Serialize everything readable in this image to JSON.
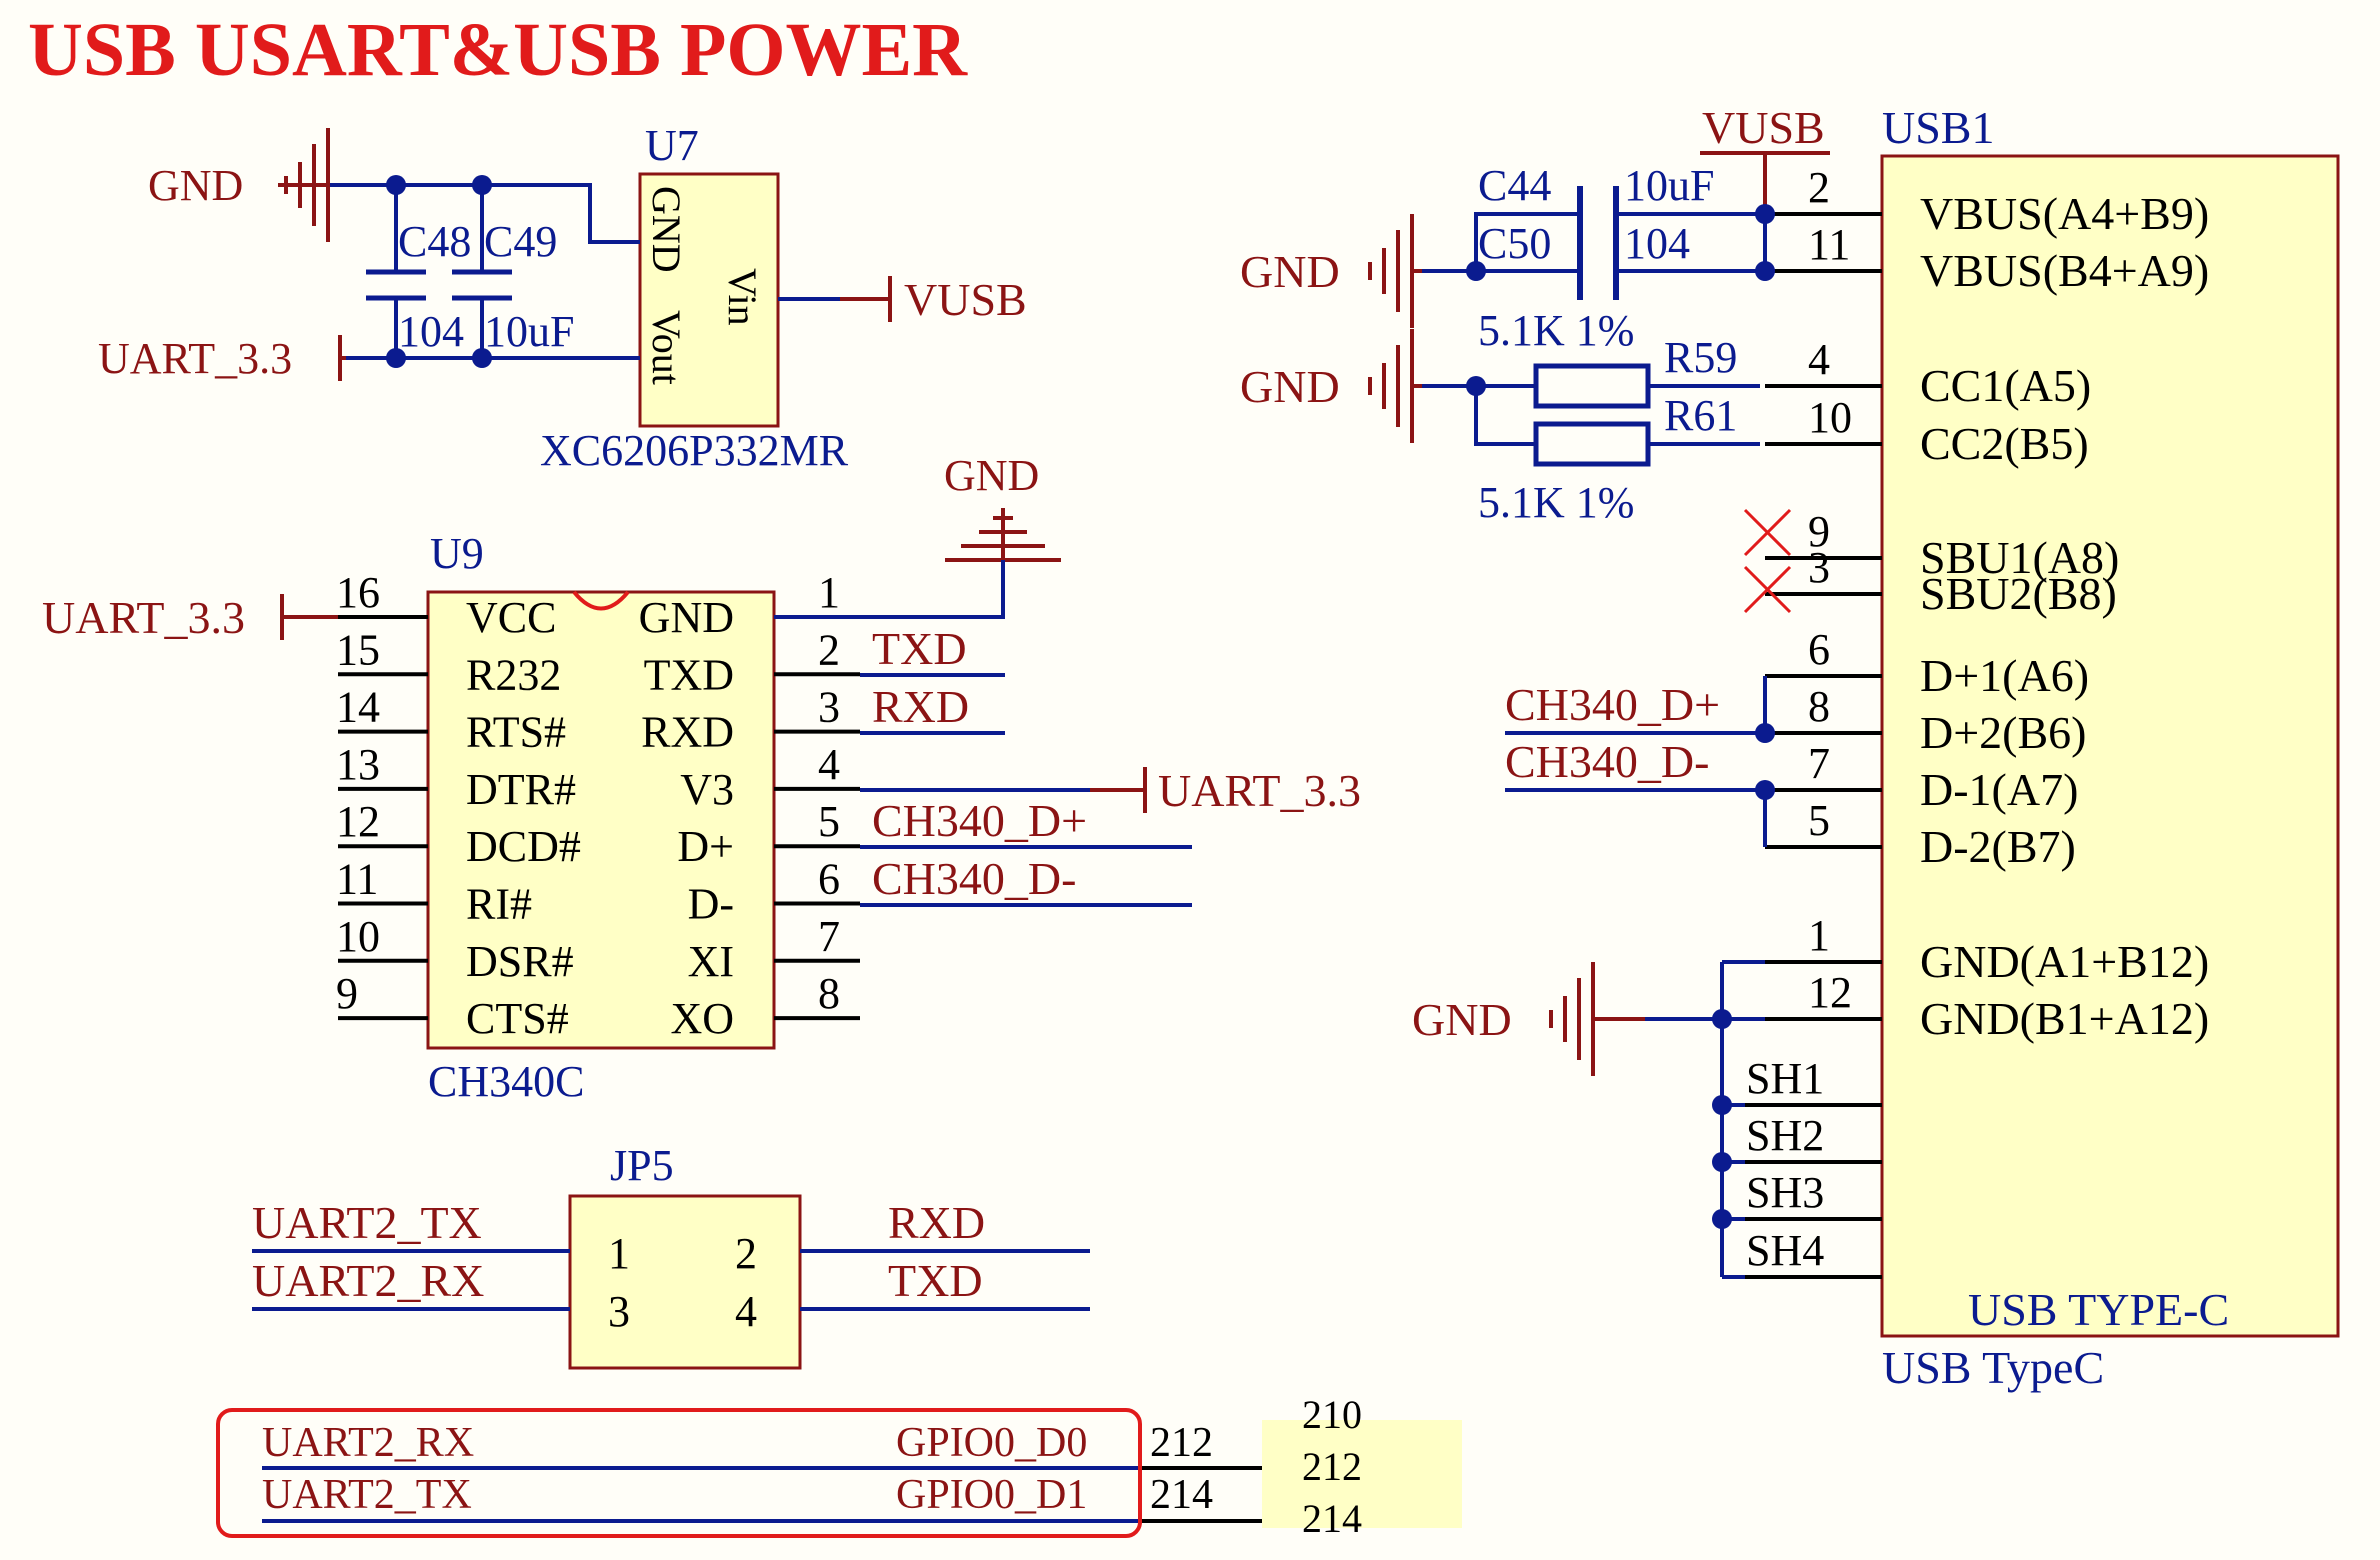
{
  "title": "USB USART&USB POWER",
  "colors": {
    "title": "#e11b1b",
    "wire": "#0b1b8f",
    "net": "#8b1414",
    "pin": "#000000",
    "part_fill": "#ffffc6",
    "part_border": "#8b1414",
    "highlight": "#e11b1b"
  },
  "u7": {
    "ref": "U7",
    "part": "XC6206P332MR",
    "pin_gnd": "GND",
    "pin_vout": "Vout",
    "pin_vin": "Vin",
    "net_gnd": "GND",
    "net_uart": "UART_3.3",
    "net_vusb": "VUSB",
    "c48_ref": "C48",
    "c48_val": "104",
    "c49_ref": "C49",
    "c49_val": "10uF"
  },
  "u9": {
    "ref": "U9",
    "part": "CH340C",
    "left_pins": [
      {
        "num": "16",
        "name": "VCC"
      },
      {
        "num": "15",
        "name": "R232"
      },
      {
        "num": "14",
        "name": "RTS#"
      },
      {
        "num": "13",
        "name": "DTR#"
      },
      {
        "num": "12",
        "name": "DCD#"
      },
      {
        "num": "11",
        "name": "RI#"
      },
      {
        "num": "10",
        "name": "DSR#"
      },
      {
        "num": "9",
        "name": "CTS#"
      }
    ],
    "right_pins": [
      {
        "num": "1",
        "name": "GND"
      },
      {
        "num": "2",
        "name": "TXD"
      },
      {
        "num": "3",
        "name": "RXD"
      },
      {
        "num": "4",
        "name": "V3"
      },
      {
        "num": "5",
        "name": "D+"
      },
      {
        "num": "6",
        "name": "D-"
      },
      {
        "num": "7",
        "name": "XI"
      },
      {
        "num": "8",
        "name": "XO"
      }
    ],
    "net_vcc": "UART_3.3",
    "net_gnd": "GND",
    "net_txd": "TXD",
    "net_rxd": "RXD",
    "net_v3": "UART_3.3",
    "net_dp": "CH340_D+",
    "net_dm": "CH340_D-"
  },
  "jp5": {
    "ref": "JP5",
    "pins": [
      "1",
      "2",
      "3",
      "4"
    ],
    "net_left1": "UART2_TX",
    "net_left2": "UART2_RX",
    "net_right1": "RXD",
    "net_right2": "TXD"
  },
  "usb1": {
    "ref": "USB1",
    "part": "USB TYPE-C",
    "footprint": "USB TypeC",
    "net_vusb": "VUSB",
    "pins": [
      {
        "num": "2",
        "name": "VBUS(A4+B9)"
      },
      {
        "num": "11",
        "name": "VBUS(B4+A9)"
      },
      {
        "num": "4",
        "name": "CC1(A5)"
      },
      {
        "num": "10",
        "name": "CC2(B5)"
      },
      {
        "num": "9",
        "name": "SBU1(A8)"
      },
      {
        "num": "3",
        "name": "SBU2(B8)"
      },
      {
        "num": "6",
        "name": "D+1(A6)"
      },
      {
        "num": "8",
        "name": "D+2(B6)"
      },
      {
        "num": "7",
        "name": "D-1(A7)"
      },
      {
        "num": "5",
        "name": "D-2(B7)"
      },
      {
        "num": "1",
        "name": "GND(A1+B12)"
      },
      {
        "num": "12",
        "name": "GND(B1+A12)"
      }
    ],
    "shield": [
      "SH1",
      "SH2",
      "SH3",
      "SH4"
    ],
    "c44_ref": "C44",
    "c44_val": "10uF",
    "c50_ref": "C50",
    "c50_val": "104",
    "r59_ref": "R59",
    "r59_val": "5.1K 1%",
    "r61_ref": "R61",
    "r61_val": "5.1K 1%",
    "net_gnd": "GND",
    "net_dp": "CH340_D+",
    "net_dm": "CH340_D-"
  },
  "connector": {
    "left_net1": "UART2_RX",
    "left_net2": "UART2_TX",
    "sig1": "GPIO0_D0",
    "sig2": "GPIO0_D1",
    "pin1": "212",
    "pin2": "214",
    "part_top": "210",
    "part_mid": "212",
    "part_bot": "214"
  }
}
